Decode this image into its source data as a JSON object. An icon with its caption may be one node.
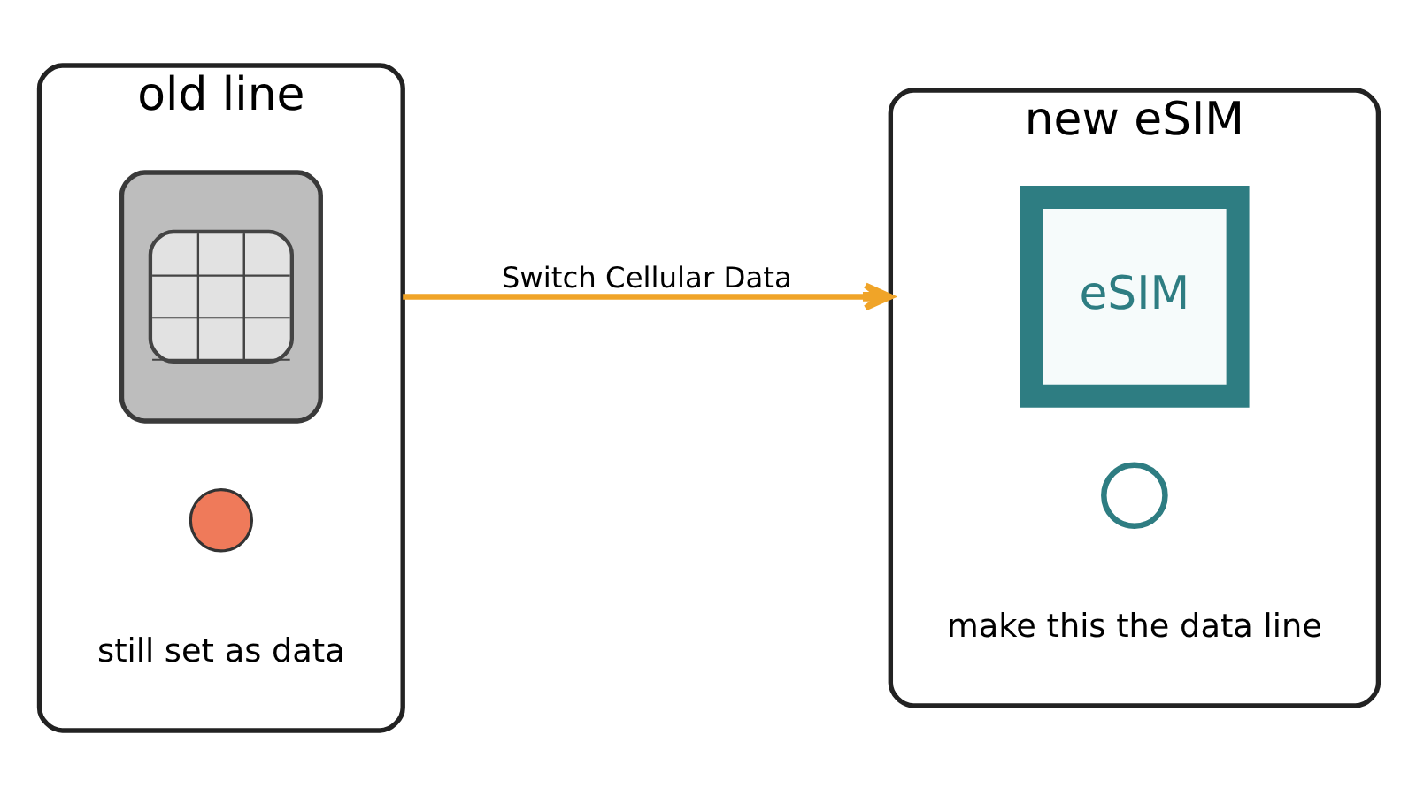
{
  "diagram": {
    "nodes": [
      {
        "text": [
          "old line",
          "still set as data"
        ]
      },
      {
        "text": [],
        "shape": "picture",
        "in": 0
      },
      {
        "text": [],
        "shape": "circle",
        "in": 0
      },
      {
        "text": [
          "new eSIM",
          "make this the data line"
        ]
      },
      {
        "text": [
          "eSIM"
        ],
        "in": 3
      },
      {
        "text": [],
        "shape": "circle",
        "in": 3
      }
    ],
    "edges": [
      {
        "from": 0,
        "to": 3,
        "arrow": "to",
        "label": "Switch Cellular Data",
        "color": "#f0a428"
      }
    ]
  }
}
